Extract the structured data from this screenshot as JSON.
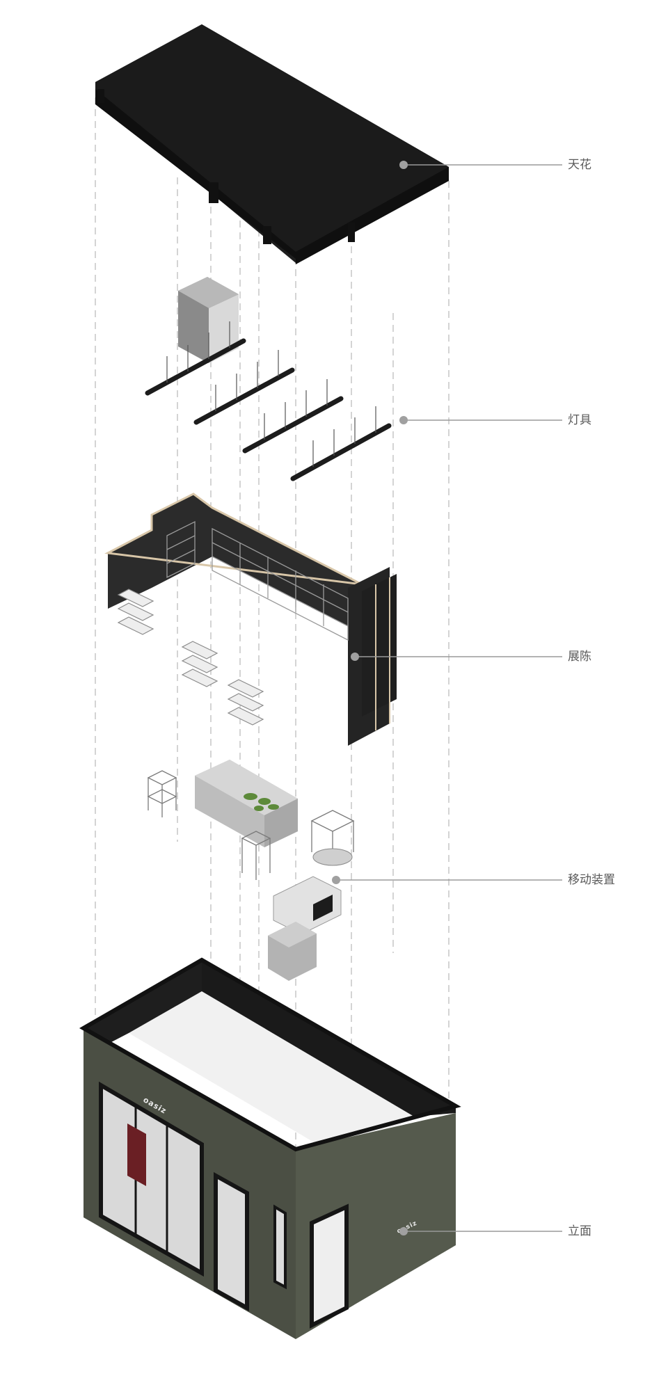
{
  "labels": {
    "ceiling": "天花",
    "lighting": "灯具",
    "display": "展陈",
    "mobile": "移动装置",
    "facade": "立面"
  },
  "signage": {
    "brand_front": "oasiz",
    "brand_side": "oasiz"
  },
  "colors": {
    "ceiling": "#1c1c1c",
    "wall_dark": "#262626",
    "facade": "#4b4f44",
    "leader": "#9a9a9a",
    "dash": "#b5b5b5",
    "plant": "#5d8a3a"
  }
}
